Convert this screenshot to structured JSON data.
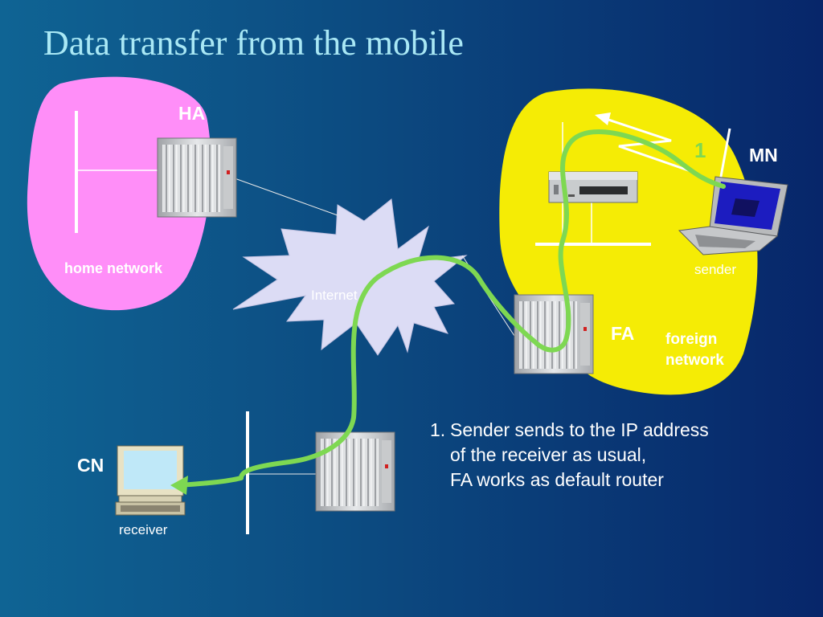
{
  "slide": {
    "title": "Data transfer from the mobile"
  },
  "labels": {
    "ha": "HA",
    "mn": "MN",
    "fa": "FA",
    "cn": "CN",
    "home_network": "home network",
    "foreign_network_line1": "foreign",
    "foreign_network_line2": "network",
    "internet": "Internet",
    "sender": "sender",
    "receiver": "receiver",
    "step_badge": "1"
  },
  "note": {
    "number": "1.",
    "lines": [
      "Sender sends to the IP address",
      "of the receiver as usual,",
      "FA works as default router"
    ]
  },
  "colors": {
    "home_network": "#ff8ef8",
    "foreign_network": "#f5ec05",
    "internet_cloud": "#dcdcf5",
    "data_path": "#7ed852",
    "title": "#a9e8f5"
  }
}
